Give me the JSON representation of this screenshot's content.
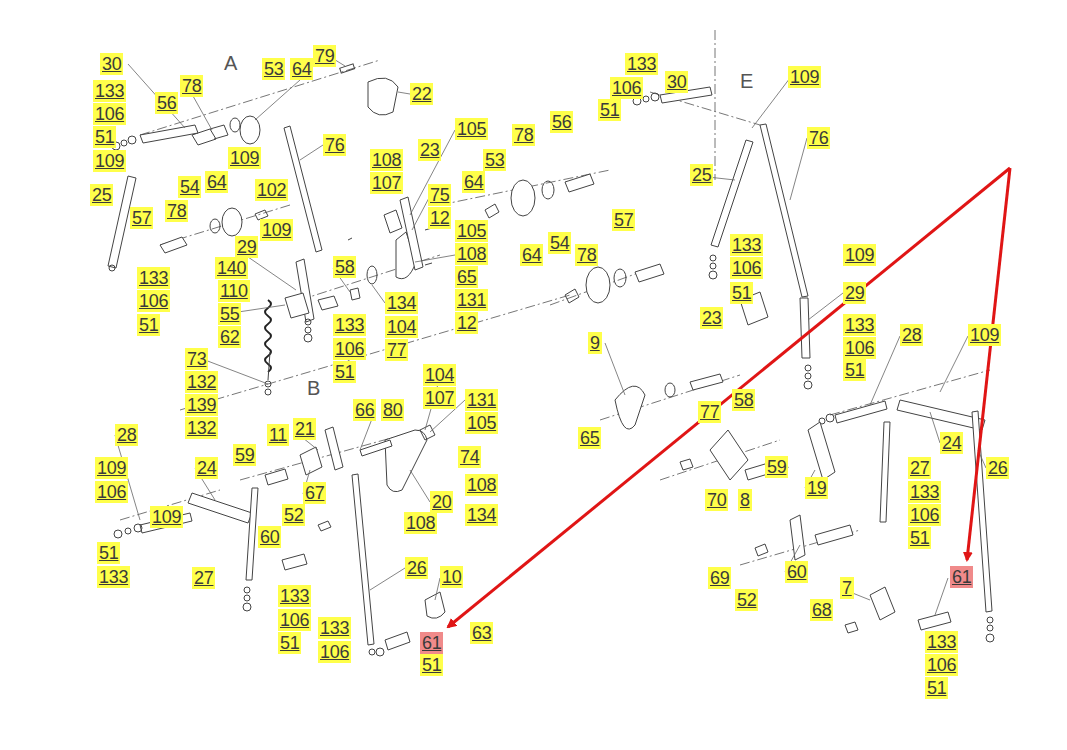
{
  "diagram": {
    "labels": [
      "A",
      "30",
      "133",
      "106",
      "51",
      "109",
      "25",
      "56",
      "78",
      "53",
      "64",
      "79",
      "22",
      "109",
      "54",
      "64",
      "78",
      "57",
      "76",
      "105",
      "108",
      "23",
      "107",
      "102",
      "109",
      "75",
      "12",
      "105",
      "108",
      "65",
      "131",
      "12",
      "140",
      "110",
      "55",
      "62",
      "29",
      "58",
      "134",
      "104",
      "77",
      "133",
      "106",
      "51",
      "133",
      "106",
      "51",
      "73",
      "132",
      "139",
      "132",
      "B",
      "104",
      "107",
      "131",
      "105",
      "74",
      "108",
      "134",
      "20",
      "108",
      "66",
      "80",
      "11",
      "21",
      "59",
      "67",
      "52",
      "60",
      "28",
      "109",
      "106",
      "24",
      "109",
      "51",
      "133",
      "27",
      "26",
      "10",
      "133",
      "106",
      "51",
      "133",
      "106",
      "61",
      "63",
      "51",
      "133",
      "106",
      "30",
      "51",
      "E",
      "109",
      "76",
      "25",
      "78",
      "56",
      "53",
      "64",
      "57",
      "54",
      "64",
      "78",
      "133",
      "106",
      "51",
      "109",
      "29",
      "23",
      "133",
      "106",
      "51",
      "28",
      "109",
      "9",
      "77",
      "58",
      "65",
      "24",
      "59",
      "19",
      "26",
      "27",
      "133",
      "106",
      "51",
      "70",
      "8",
      "60",
      "69",
      "52",
      "7",
      "68",
      "61",
      "133",
      "106",
      "51"
    ]
  }
}
